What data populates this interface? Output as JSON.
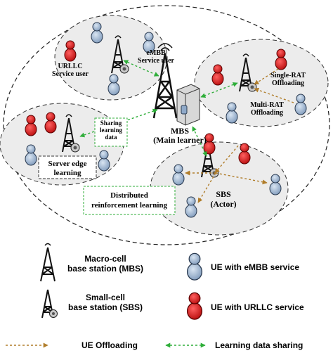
{
  "diagram": {
    "mbs_label_1": "MBS",
    "mbs_label_2": "(Main learner)",
    "sbs_label_1": "SBS",
    "sbs_label_2": "(Actor)",
    "urllc_label_1": "URLLC",
    "urllc_label_2": "Service user",
    "embb_label_1": "eMBB",
    "embb_label_2": "Service user",
    "single_rat_1": "Single-RAT",
    "single_rat_2": "Offloading",
    "multi_rat_1": "Multi-RAT",
    "multi_rat_2": "Offloading",
    "sharing_1": "Sharing",
    "sharing_2": "learning",
    "sharing_3": "data",
    "server_edge_1": "Server edge",
    "server_edge_2": "learning",
    "drl_1": "Distributed",
    "drl_2": "reinforcement learning"
  },
  "legend": {
    "macro_1": "Macro-cell",
    "macro_2": "base station (MBS)",
    "small_1": "Small-cell",
    "small_2": "base station (SBS)",
    "embb_ue": "UE with eMBB service",
    "urllc_ue": "UE with URLLC service",
    "offloading": "UE Offloading",
    "sharing": "Learning data sharing"
  },
  "colors": {
    "embb_user": "#8fa9c9",
    "urllc_user": "#d01818",
    "offload_arrow": "#b07d2a",
    "sharing_arrow": "#2fae3a",
    "cell_fill": "#ececec"
  }
}
